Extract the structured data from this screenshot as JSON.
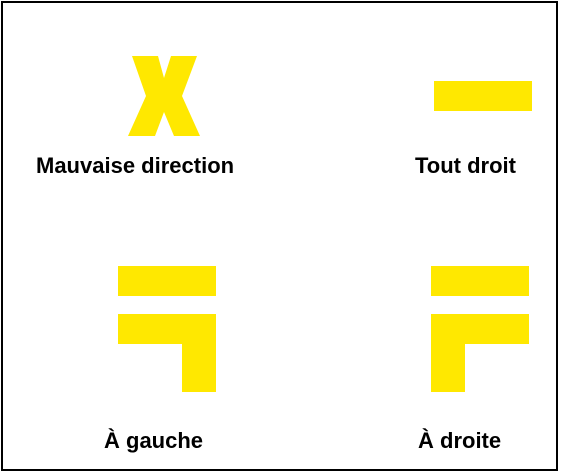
{
  "colors": {
    "sign": "#ffe800",
    "text": "#000000",
    "border": "#000000",
    "background": "#ffffff"
  },
  "signs": {
    "wrong_way": {
      "label": "Mauvaise direction",
      "icon": "x-mark-icon"
    },
    "straight": {
      "label": "Tout droit",
      "icon": "horizontal-bar-icon"
    },
    "left": {
      "label": "À gauche",
      "icon": "left-turn-signal-icon"
    },
    "right": {
      "label": "À droite",
      "icon": "right-turn-signal-icon"
    }
  }
}
